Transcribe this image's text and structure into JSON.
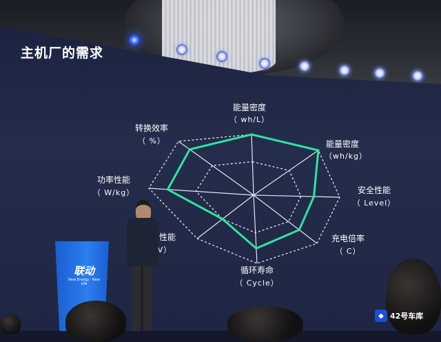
{
  "slide": {
    "title": "主机厂的需求",
    "axes": [
      {
        "label": "能量密度",
        "unit": "（ wh/L）"
      },
      {
        "label": "能量密度",
        "unit": "（wh/kg）"
      },
      {
        "label": "安全性能",
        "unit": "（ Level）"
      },
      {
        "label": "充电倍率",
        "unit": "（ C）"
      },
      {
        "label": "循环寿命",
        "unit": "（ Cycle）"
      },
      {
        "label": "性能",
        "unit": "V）"
      },
      {
        "label": "功率性能",
        "unit": "（ W/kg）"
      },
      {
        "label": "转换效率",
        "unit": "（ %）"
      }
    ],
    "requirement_levels": [
      1.0,
      1.0,
      0.7,
      0.72,
      0.78,
      0.55,
      0.82,
      0.85
    ],
    "line_color": "#2ee6a0"
  },
  "podium": {
    "brand": "联动",
    "slogan": "New Energy · New Life",
    "color": "#2d7ef0"
  },
  "watermark": {
    "text": "42号车库"
  }
}
